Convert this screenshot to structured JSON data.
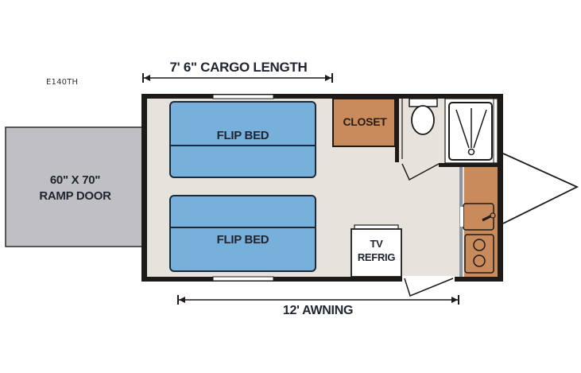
{
  "model": "E140TH",
  "dimensions": {
    "cargo_length": "7' 6\" CARGO LENGTH",
    "awning": "12' AWNING"
  },
  "ramp_door": {
    "line1": "60\" X 70\"",
    "line2": "RAMP DOOR"
  },
  "rooms": {
    "bed_top": "FLIP BED",
    "bed_bottom": "FLIP BED",
    "closet": "CLOSET",
    "tv_refrig_line1": "TV",
    "tv_refrig_line2": "REFRIG"
  },
  "colors": {
    "wall": "#1e1a18",
    "floor": "#e6e3dc",
    "bed": "#78b0dc",
    "cabinet": "#c98a5c",
    "ramp": "#c0bfc4",
    "text": "#1f2530"
  }
}
